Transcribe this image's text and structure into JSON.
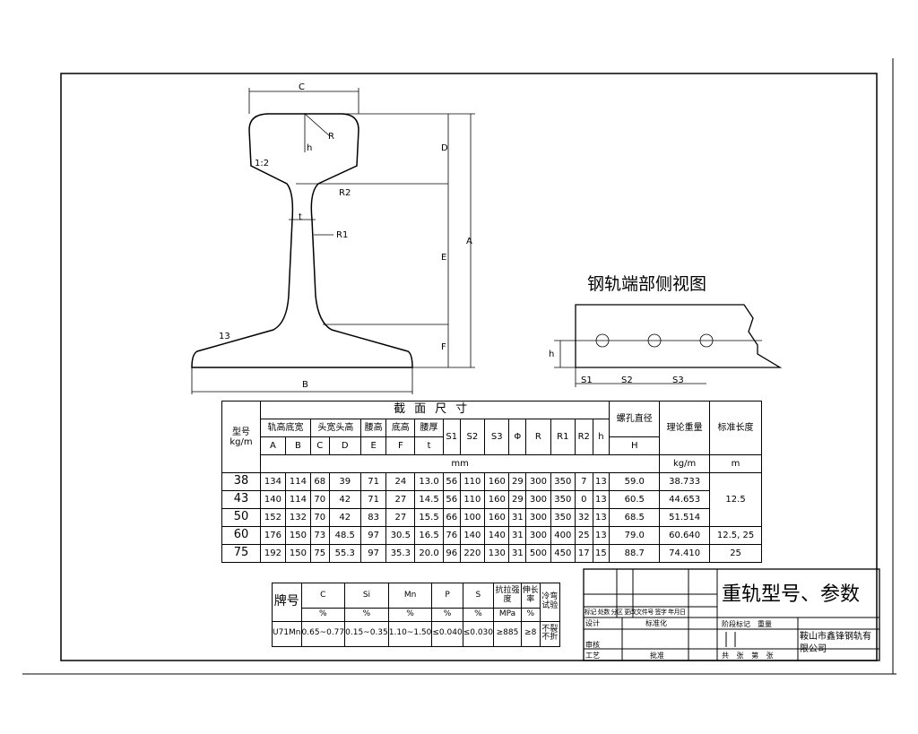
{
  "drawing": {
    "labels": {
      "C": "C",
      "D": "D",
      "E": "E",
      "A": "A",
      "F": "F",
      "B": "B",
      "t": "t",
      "R1": "R1",
      "R2": "R2",
      "R": "R",
      "r13": "13",
      "r1": "1:2",
      "h": "h"
    },
    "side_view_title": "钢轨端部侧视图",
    "side_labels": {
      "S1": "S1",
      "S2": "S2",
      "S3": "S3",
      "h": "h"
    }
  },
  "spec_table": {
    "type_header": "型号 kg/m",
    "section_header": "截面尺寸",
    "bolt_header": "螺孔直径",
    "weight_header": "理论重量",
    "length_header": "标准长度",
    "groups": [
      "轨高",
      "底宽",
      "头宽",
      "头高",
      "腰高",
      "底高",
      "腰厚"
    ],
    "solo": [
      "S1",
      "S2",
      "S3",
      "Φ",
      "R",
      "R1",
      "R2",
      "h"
    ],
    "letters": [
      "A",
      "B",
      "C",
      "D",
      "E",
      "F",
      "t"
    ],
    "bolt_letter": "H",
    "unit_mm": "mm",
    "unit_weight": "kg/m",
    "unit_length": "m",
    "rows": [
      {
        "type": "38",
        "v": [
          "134",
          "114",
          "68",
          "39",
          "71",
          "24",
          "13.0",
          "56",
          "110",
          "160",
          "29",
          "300",
          "350",
          "7",
          "13",
          "59.0"
        ],
        "weight": "38.733"
      },
      {
        "type": "43",
        "v": [
          "140",
          "114",
          "70",
          "42",
          "71",
          "27",
          "14.5",
          "56",
          "110",
          "160",
          "29",
          "300",
          "350",
          "0",
          "13",
          "60.5"
        ],
        "weight": "44.653"
      },
      {
        "type": "50",
        "v": [
          "152",
          "132",
          "70",
          "42",
          "83",
          "27",
          "15.5",
          "66",
          "100",
          "160",
          "31",
          "300",
          "350",
          "32",
          "13",
          "68.5"
        ],
        "weight": "51.514"
      },
      {
        "type": "60",
        "v": [
          "176",
          "150",
          "73",
          "48.5",
          "97",
          "30.5",
          "16.5",
          "76",
          "140",
          "140",
          "31",
          "300",
          "400",
          "25",
          "13",
          "79.0"
        ],
        "weight": "60.640"
      },
      {
        "type": "75",
        "v": [
          "192",
          "150",
          "75",
          "55.3",
          "97",
          "35.3",
          "20.0",
          "96",
          "220",
          "130",
          "31",
          "500",
          "450",
          "17",
          "15",
          "88.7"
        ],
        "weight": "74.410"
      }
    ],
    "lengths": [
      {
        "value": "12.5",
        "span": 3
      },
      {
        "value": "12.5, 25",
        "span": 1
      },
      {
        "value": "25",
        "span": 1
      }
    ]
  },
  "chem_table": {
    "grade_header": "牌号",
    "elements": [
      "C",
      "Si",
      "Mn",
      "P",
      "S"
    ],
    "tensile": "抗拉强度",
    "elong": "伸长率",
    "bend": "冷弯试验",
    "units": [
      "%",
      "%",
      "%",
      "%",
      "%",
      "MPa",
      "%"
    ],
    "row": [
      "U71Mn",
      "0.65~0.77",
      "0.15~0.35",
      "1.10~1.50",
      "≤0.040",
      "≤0.030",
      "≥885",
      "≥8",
      "不裂不折"
    ]
  },
  "title_block": {
    "title": "重轨型号、参数",
    "row_labels": [
      "标记",
      "处数",
      "分区",
      "更改文件号",
      "签字",
      "年月日"
    ],
    "design": "设计",
    "standard": "标准化",
    "review": "审核",
    "process": "工艺",
    "approve": "批准",
    "stage": "阶段标记",
    "weight": "重量",
    "sheets": "共 张 第 张",
    "company": "鞍山市鑫锋钢轨有限公司"
  }
}
